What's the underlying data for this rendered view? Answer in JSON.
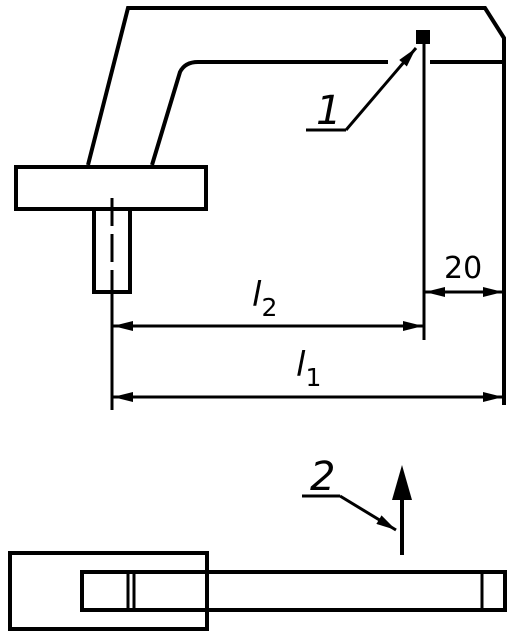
{
  "callouts": {
    "item_1": "1",
    "item_2": "2"
  },
  "dimensions": {
    "l1": {
      "symbol": "l",
      "subscript": "1"
    },
    "l2": {
      "symbol": "l",
      "subscript": "2"
    },
    "offset": "20"
  },
  "colors": {
    "line": "#000000",
    "background": "#ffffff"
  }
}
